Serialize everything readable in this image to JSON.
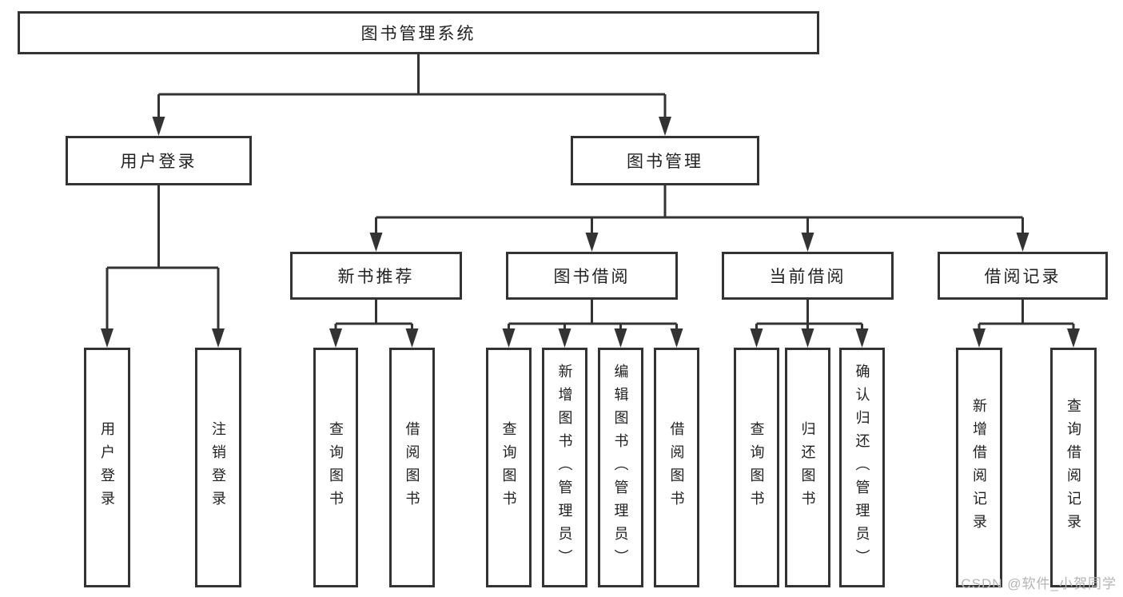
{
  "diagram": {
    "root": {
      "label": "图书管理系统"
    },
    "level2": [
      {
        "label": "用户登录"
      },
      {
        "label": "图书管理"
      }
    ],
    "level3": [
      {
        "label": "新书推荐"
      },
      {
        "label": "图书借阅"
      },
      {
        "label": "当前借阅"
      },
      {
        "label": "借阅记录"
      }
    ],
    "leaves": {
      "user_login": [
        "用户登录",
        "注销登录"
      ],
      "new_book_recommend": [
        "查询图书",
        "借阅图书"
      ],
      "book_borrowing": [
        "查询图书",
        "新增图书（管理员）",
        "编辑图书（管理员）",
        "借阅图书"
      ],
      "current_borrowing": [
        "查询图书",
        "归还图书",
        "确认归还（管理员）"
      ],
      "borrow_records": [
        "新增借阅记录",
        "查询借阅记录"
      ]
    }
  },
  "watermark": {
    "text": "CSDN @软件_小贺同学"
  },
  "theme": {
    "line_color": "#333333",
    "text_color": "#222222",
    "box_bg": "#ffffff",
    "watermark_color": "#b5b5b5",
    "background": "#ffffff"
  }
}
